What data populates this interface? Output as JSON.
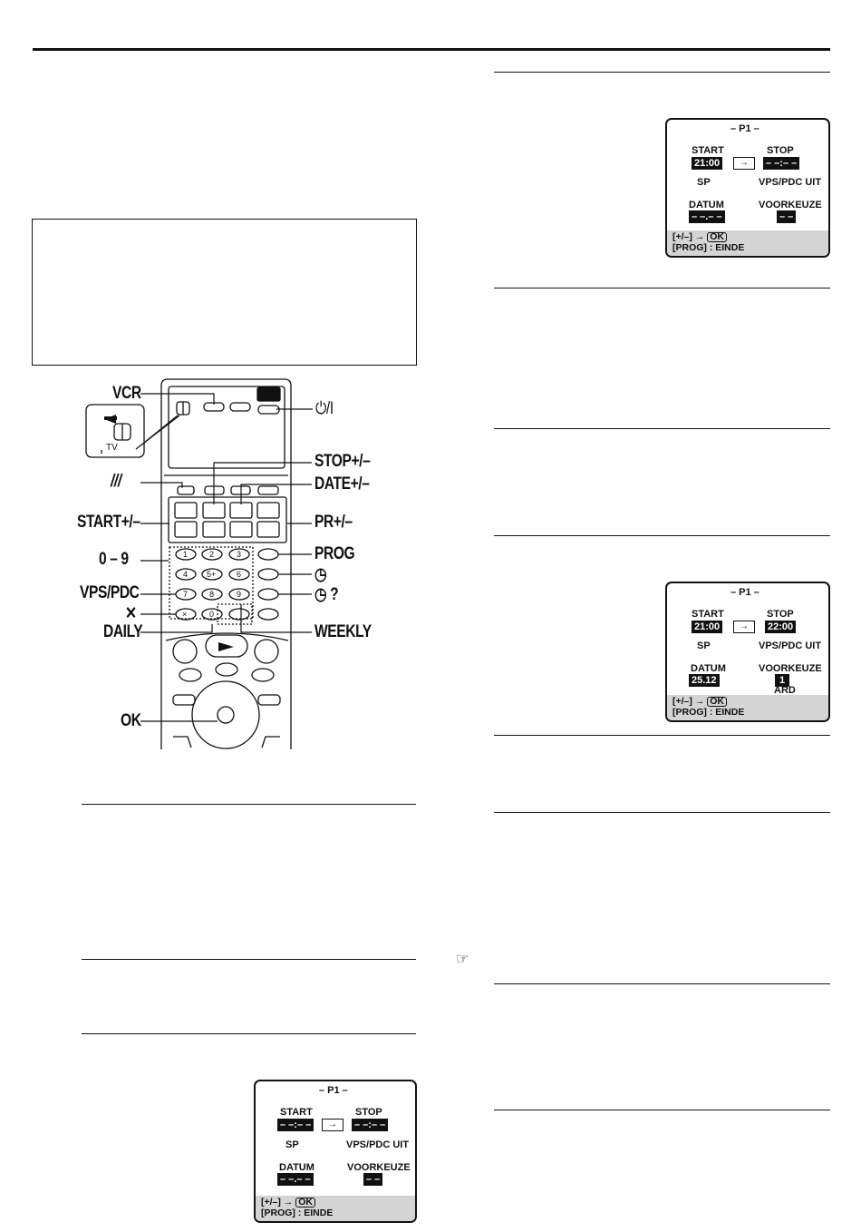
{
  "remote": {
    "labels": {
      "vcr": "VCR",
      "tv": "TV",
      "power": "⏻/I",
      "bars": "///",
      "start": "START+/–",
      "zero_nine": "0 – 9",
      "vps_pdc": "VPS/PDC",
      "cancel": "✕",
      "daily": "DAILY",
      "ok": "OK",
      "stop": "STOP+/–",
      "date": "DATE+/–",
      "pr": "PR+/–",
      "prog": "PROG",
      "timer": "◷",
      "timer_q": "◷ ?",
      "weekly": "WEEKLY"
    },
    "keys": [
      "1",
      "2",
      "3",
      "4",
      "5+",
      "6",
      "7",
      "8",
      "9",
      "×",
      "0"
    ]
  },
  "osd_screens": [
    {
      "title": "– P1 –",
      "start_label": "START",
      "start_value": "21:00",
      "arrow": "→",
      "stop_label": "STOP",
      "stop_value": "– –:– –",
      "speed": "SP",
      "vps": "VPS/PDC UIT",
      "date_label": "DATUM",
      "date_value": "– –.– –",
      "preset_label": "VOORKEUZE",
      "preset_value": "– –",
      "station": "",
      "footer1_a": "[+/–] →",
      "footer1_ok": "OK",
      "footer2": "[PROG] : EINDE"
    },
    {
      "title": "– P1 –",
      "start_label": "START",
      "start_value": "21:00",
      "arrow": "→",
      "stop_label": "STOP",
      "stop_value": "22:00",
      "speed": "SP",
      "vps": "VPS/PDC UIT",
      "date_label": "DATUM",
      "date_value": "25.12",
      "preset_label": "VOORKEUZE",
      "preset_value": "1",
      "station": "ARD",
      "footer1_a": "[+/–] →",
      "footer1_ok": "OK",
      "footer2": "[PROG] : EINDE"
    },
    {
      "title": "– P1 –",
      "start_label": "START",
      "start_value": "– –:– –",
      "arrow": "→",
      "stop_label": "STOP",
      "stop_value": "– –:– –",
      "speed": "SP",
      "vps": "VPS/PDC UIT",
      "date_label": "DATUM",
      "date_value": "– –.– –",
      "preset_label": "VOORKEUZE",
      "preset_value": "– –",
      "station": "",
      "footer1_a": "[+/–] →",
      "footer1_ok": "OK",
      "footer2": "[PROG] : EINDE"
    }
  ],
  "reference_icon": "hand-pointer-icon"
}
